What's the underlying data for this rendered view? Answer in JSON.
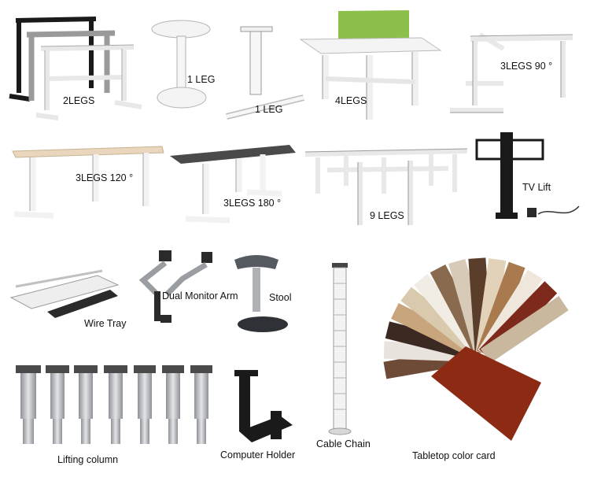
{
  "colors": {
    "frame_white": "#f2f2f2",
    "frame_edge": "#9a9a9a",
    "black": "#1a1a1a",
    "green_panel": "#8cc04b",
    "maple_top": "#e9d6bd",
    "grey_top": "#4a4a4a",
    "chrome": "#b9bcc0",
    "text": "#111111"
  },
  "products": [
    {
      "id": "two-legs",
      "label": "2LEGS",
      "icon": "two-leg-desk-frames-icon"
    },
    {
      "id": "one-leg-round",
      "label": "1 LEG",
      "icon": "round-pedestal-table-icon"
    },
    {
      "id": "one-leg-frame",
      "label": "1 LEG",
      "icon": "single-column-frame-icon"
    },
    {
      "id": "four-legs",
      "label": "4LEGS",
      "icon": "four-leg-bench-desk-icon"
    },
    {
      "id": "three-legs-90",
      "label": "3LEGS 90 °",
      "icon": "l-shaped-frame-icon"
    },
    {
      "id": "three-legs-120",
      "label": "3LEGS 120 °",
      "icon": "corner-desk-icon"
    },
    {
      "id": "three-legs-180",
      "label": "3LEGS 180 °",
      "icon": "long-desk-icon"
    },
    {
      "id": "nine-legs",
      "label": "9 LEGS",
      "icon": "cluster-workstation-icon"
    },
    {
      "id": "tv-lift",
      "label": "TV Lift",
      "icon": "tv-lift-icon"
    },
    {
      "id": "wire-tray",
      "label": "Wire Tray",
      "icon": "wire-tray-icon"
    },
    {
      "id": "monitor-arm",
      "label": "Dual Monitor Arm",
      "icon": "monitor-arm-icon"
    },
    {
      "id": "stool",
      "label": "Stool",
      "icon": "stool-icon"
    },
    {
      "id": "cable-chain",
      "label": "Cable Chain",
      "icon": "cable-chain-icon"
    },
    {
      "id": "color-card",
      "label": "Tabletop color card",
      "icon": "color-fan-icon"
    },
    {
      "id": "lifting-column",
      "label": "Lifting column",
      "icon": "lifting-column-icon"
    },
    {
      "id": "computer-holder",
      "label": "Computer Holder",
      "icon": "computer-holder-icon"
    }
  ]
}
